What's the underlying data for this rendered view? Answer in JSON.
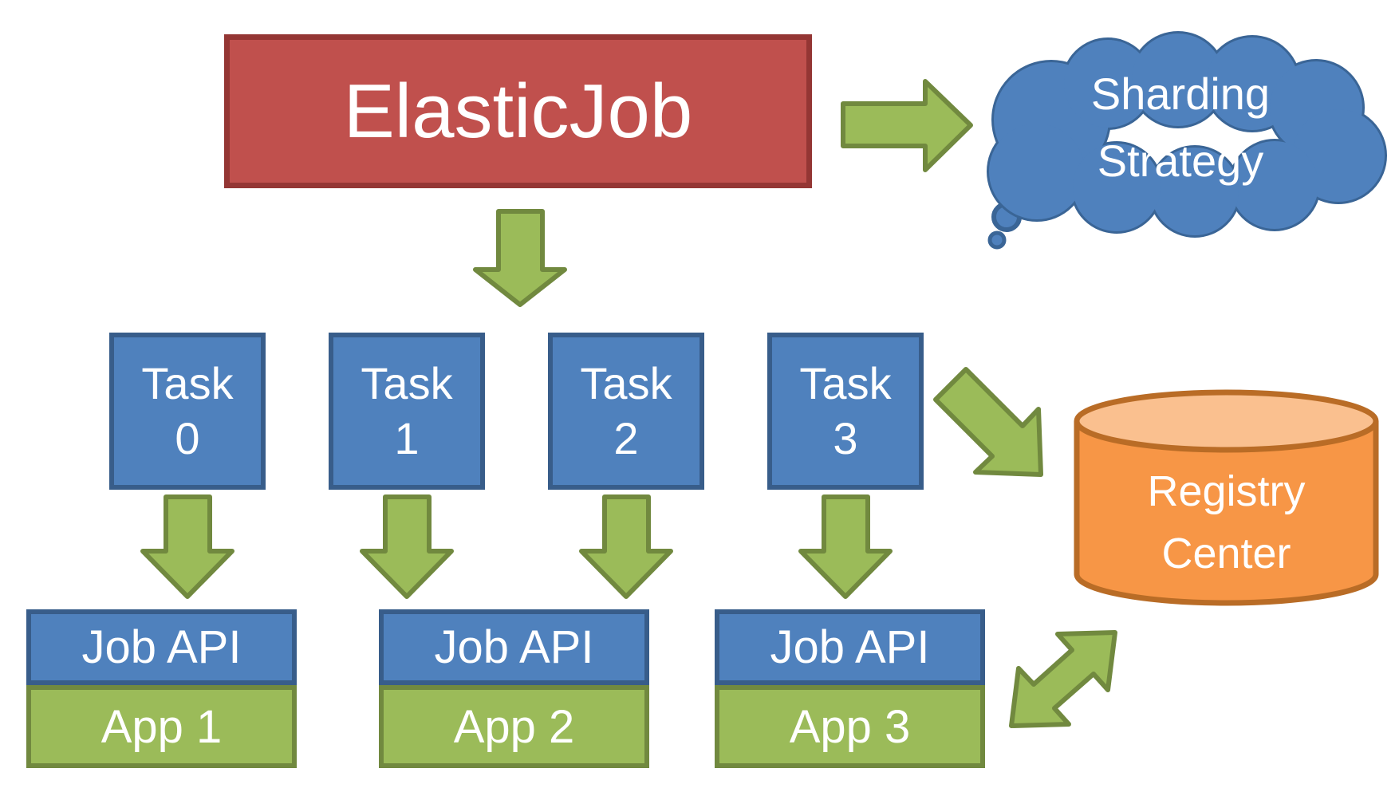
{
  "diagram": {
    "title_box": {
      "label": "ElasticJob"
    },
    "cloud": {
      "line1": "Sharding",
      "line2": "Strategy"
    },
    "tasks": [
      {
        "name": "Task",
        "index": "0"
      },
      {
        "name": "Task",
        "index": "1"
      },
      {
        "name": "Task",
        "index": "2"
      },
      {
        "name": "Task",
        "index": "3"
      }
    ],
    "registry": {
      "line1": "Registry",
      "line2": "Center"
    },
    "stacks": [
      {
        "api": "Job API",
        "app": "App 1"
      },
      {
        "api": "Job API",
        "app": "App 2"
      },
      {
        "api": "Job API",
        "app": "App 3"
      }
    ],
    "icons": [
      "arrow-right-icon",
      "arrow-down-icon",
      "arrow-diagonal-icon",
      "arrow-bidirectional-icon",
      "thought-cloud-icon",
      "database-cylinder-icon"
    ]
  },
  "theme": {
    "red-fill": "#C0504D",
    "red-stroke": "#943634",
    "blue-fill": "#4F81BD",
    "blue-stroke": "#385D8A",
    "green-fill": "#9BBB59",
    "green-stroke": "#71893F",
    "orange-fill": "#F79646",
    "orange-light": "#FAC08F",
    "orange-stroke": "#B96C26",
    "cloud-fill": "#4F81BD",
    "cloud-stroke": "#3A6596",
    "text-color": "#FFFFFF"
  }
}
